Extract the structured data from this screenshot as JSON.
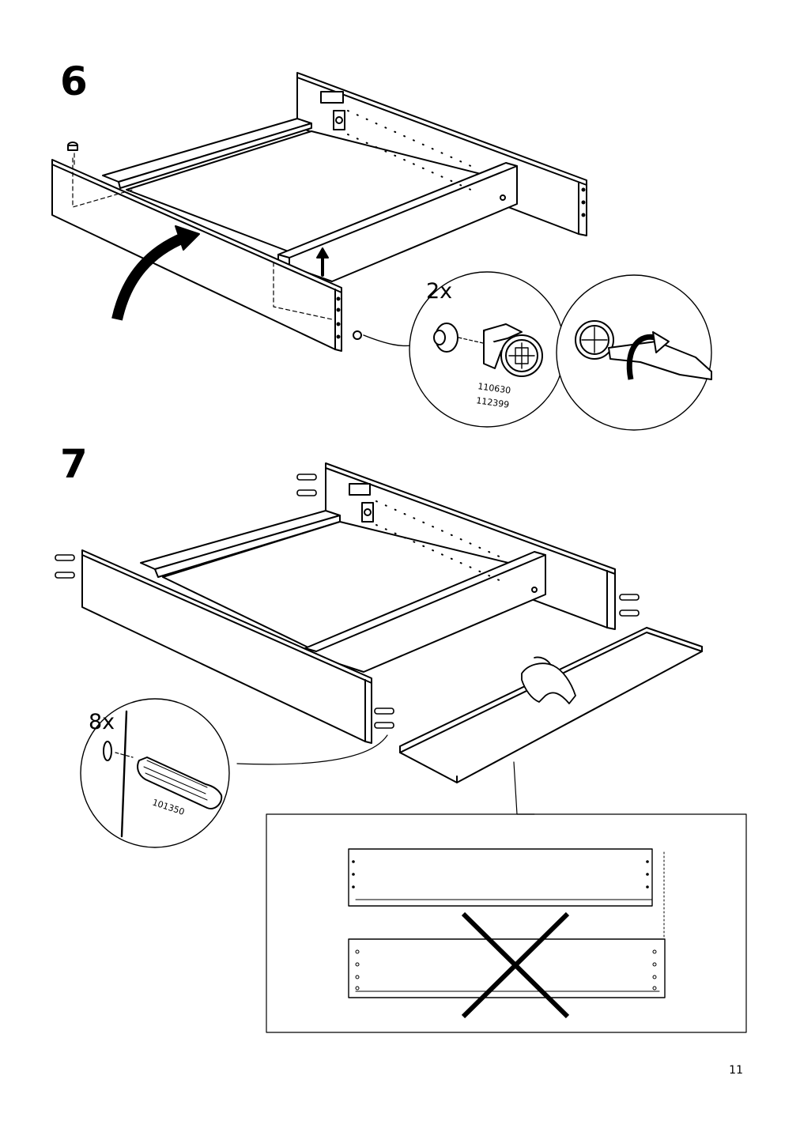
{
  "steps": [
    {
      "number": "6",
      "quantity": "2x",
      "part_numbers": [
        "110630",
        "112399"
      ]
    },
    {
      "number": "7",
      "quantity": "8x",
      "part_numbers": [
        "101350"
      ]
    }
  ],
  "page_number": "11",
  "icons": {
    "step6_cam_lock": "cam-lock-icon",
    "step6_screwdriver": "screwdriver-turn-icon",
    "step7_dowel": "wooden-dowel-icon",
    "step7_hand": "pointing-hand-icon",
    "step7_wrong": "cross-mark-icon"
  }
}
